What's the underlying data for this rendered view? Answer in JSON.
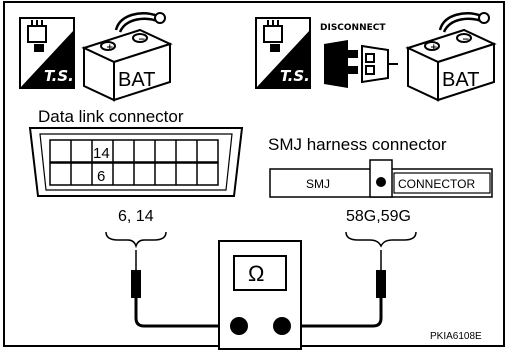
{
  "icons": {
    "left_group": [
      "testing-station-icon",
      "battery-icon"
    ],
    "right_group": [
      "testing-station-icon",
      "disconnect-connector-icon",
      "battery-icon"
    ],
    "ts_label": "T.S.",
    "bat_label": "BAT",
    "disconnect_label": "DISCONNECT",
    "battery_plus": "+",
    "battery_minus": "−"
  },
  "data_link_connector": {
    "title": "Data link connector",
    "top_row_pin": "14",
    "bottom_row_pin": "6",
    "probe_pins": "6, 14"
  },
  "smj_connector": {
    "title": "SMJ harness connector",
    "left_label": "SMJ",
    "right_label": "CONNECTOR",
    "probe_pins": "58G,59G"
  },
  "meter": {
    "symbol": "Ω",
    "symbol_name": "ohm-symbol"
  },
  "figure_code": "PKIA6108E"
}
